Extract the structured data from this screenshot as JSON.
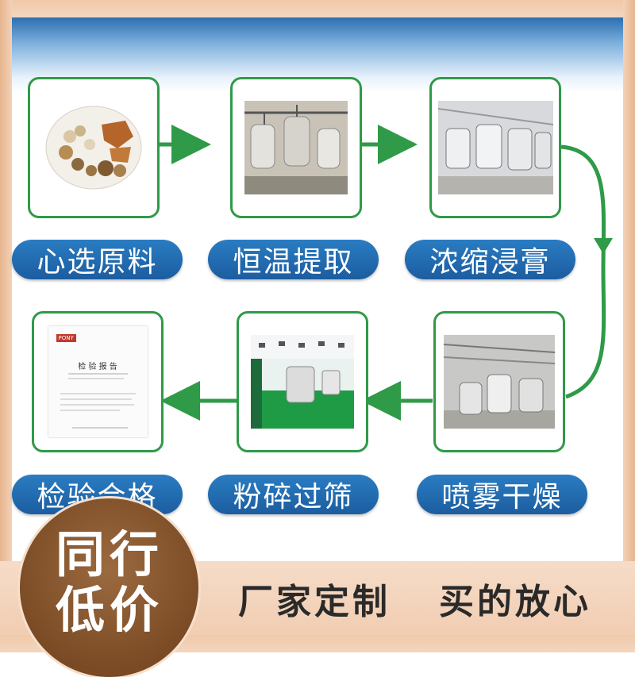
{
  "steps": [
    {
      "label": "心选原料",
      "icon": "raw-materials-photo"
    },
    {
      "label": "恒温提取",
      "icon": "extraction-tanks-photo"
    },
    {
      "label": "浓缩浸膏",
      "icon": "concentration-tanks-photo"
    },
    {
      "label": "喷雾干燥",
      "icon": "spray-dryer-photo"
    },
    {
      "label": "粉碎过筛",
      "icon": "crushing-room-photo"
    },
    {
      "label": "检验合格",
      "icon": "inspection-report-photo"
    }
  ],
  "report": {
    "logo_text": "PONY",
    "title": "检 验 报 告"
  },
  "badge": {
    "line1": "同行",
    "line2": "低价"
  },
  "slogan": {
    "left": "厂家定制",
    "right": "买的放心"
  },
  "colors": {
    "green": "#2f9a48",
    "blue": "#1c5da0",
    "brown": "#7b4b25"
  }
}
